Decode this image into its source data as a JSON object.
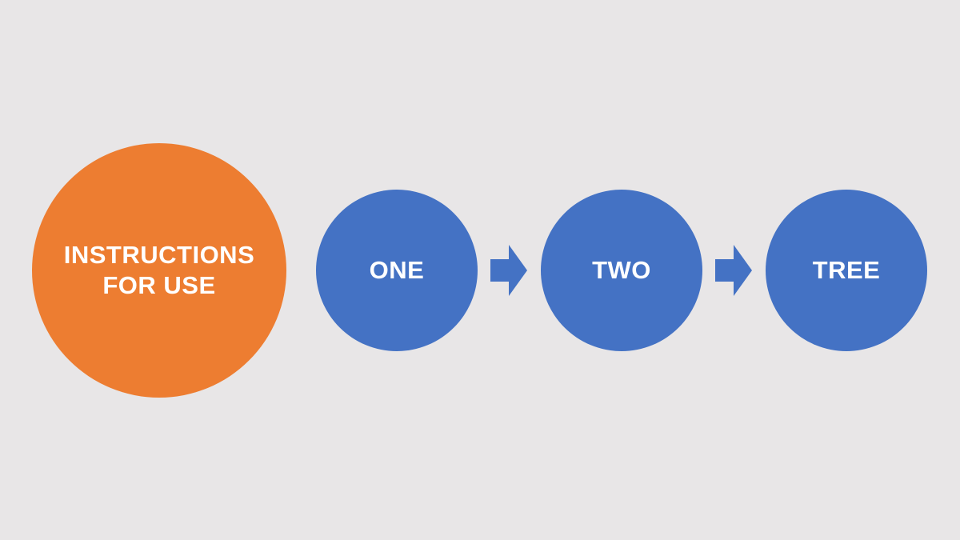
{
  "colors": {
    "background": "#E8E6E7",
    "primary": "#ED7D31",
    "step": "#4472C4",
    "text": "#FFFFFF"
  },
  "main": {
    "line1": "INSTRUCTIONS",
    "line2": "FOR USE"
  },
  "steps": [
    {
      "label": "ONE"
    },
    {
      "label": "TWO"
    },
    {
      "label": "TREE"
    }
  ],
  "connectors": [
    {
      "icon": "arrow-right-icon"
    },
    {
      "icon": "arrow-right-icon"
    }
  ]
}
